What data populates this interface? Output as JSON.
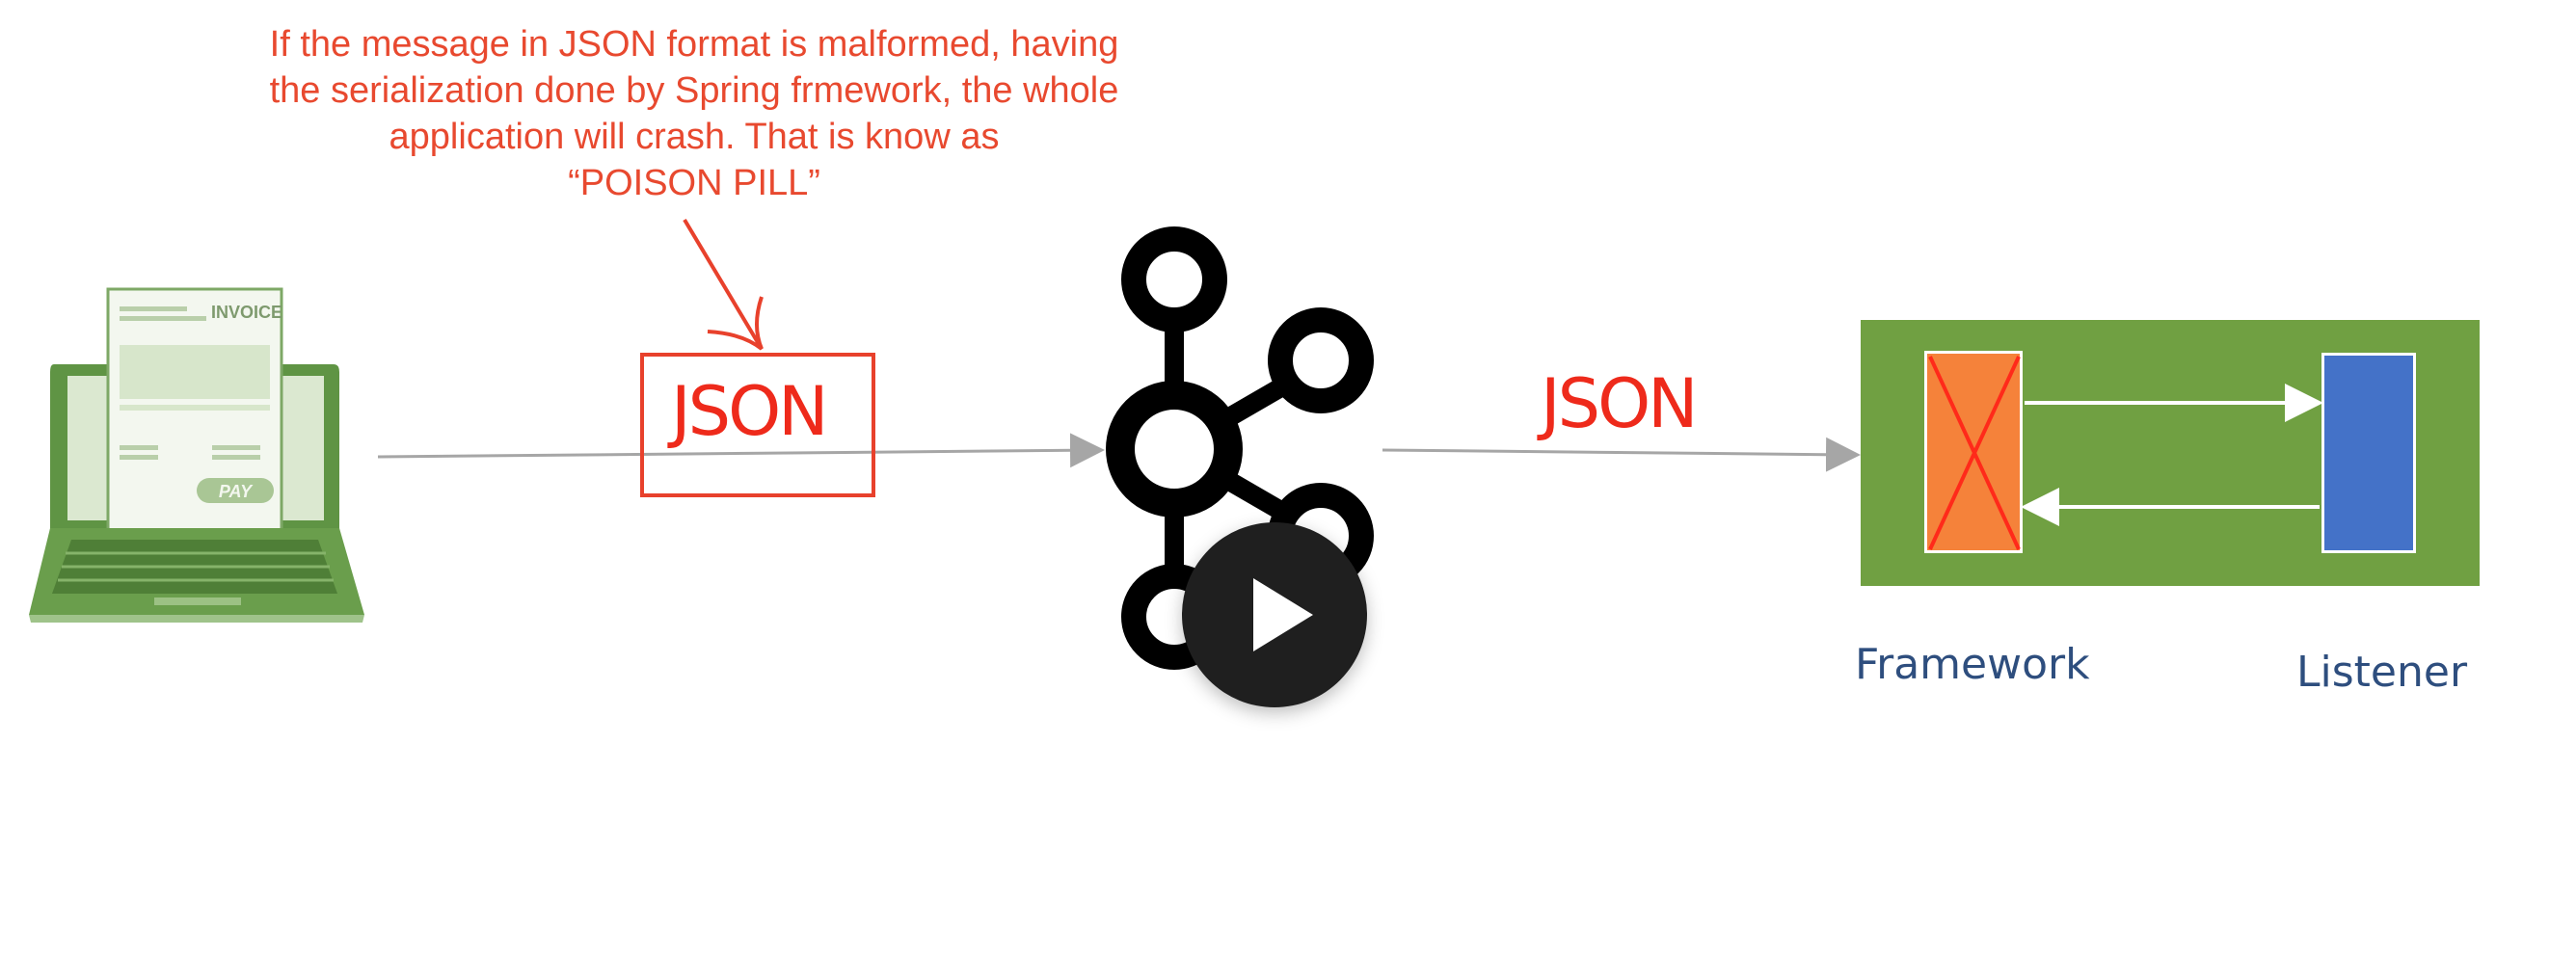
{
  "annotation": {
    "lines": [
      "If the message in JSON format is malformed, having",
      "the serialization done by Spring frmework, the whole",
      "application will crash. That is know as",
      "“POISON PILL”"
    ]
  },
  "producer": {
    "invoice_title": "INVOICE",
    "pay_button": "PAY"
  },
  "message_labels": {
    "producer_to_kafka": "JSON",
    "kafka_to_consumer": "JSON"
  },
  "consumer": {
    "framework_label": "Framework",
    "listener_label": "Listener"
  },
  "icons": {
    "kafka": "kafka-logo-icon",
    "laptop": "laptop-invoice-icon",
    "play": "play-icon",
    "error_cross": "cross-icon"
  },
  "colors": {
    "annotation_red": "#e8492f",
    "json_red": "#ee2a1b",
    "panel_green": "#70a042",
    "framework_orange": "#f5823a",
    "listener_blue": "#4472c8",
    "caption_navy": "#2e4e7e",
    "arrow_gray": "#a6a6a6"
  }
}
